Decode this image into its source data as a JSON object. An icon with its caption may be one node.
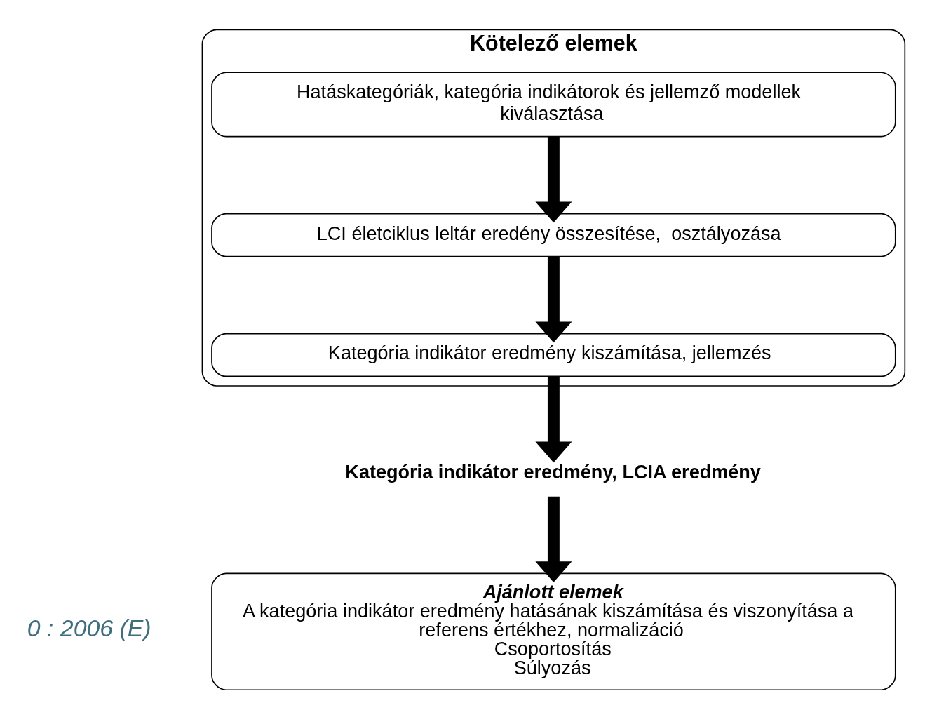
{
  "diagram": {
    "nodes": [
      {
        "text": [
          "Kötelező elemek"
        ]
      },
      {
        "text": [
          "Hatáskategóriák, kategória indikátorok és jellemző modellek kiválasztása"
        ],
        "in": 0
      },
      {
        "text": [
          "LCI életciklus leltár eredény összesítése,  osztályozása"
        ],
        "in": 0
      },
      {
        "text": [
          "Kategória indikátor eredmény kiszámítása, jellemzés"
        ],
        "in": 0
      },
      {
        "text": [
          "Kategória indikátor eredmény, LCIA eredmény"
        ]
      },
      {
        "text": [
          "Ajánlott elemek",
          "A kategória indikátor eredmény hatásának kiszámítása és viszonyítása a referens értékhez, normalizáció",
          "Csoportosítás",
          "Súlyozás"
        ]
      }
    ],
    "edges": [
      {
        "from": 1,
        "to": 2,
        "arrow": "to"
      },
      {
        "from": 2,
        "to": 3,
        "arrow": "to"
      },
      {
        "from": 3,
        "to": 4,
        "arrow": "to"
      },
      {
        "from": 4,
        "to": 5,
        "arrow": "to"
      }
    ],
    "labels": [
      "0 : 2006 (E)"
    ]
  }
}
